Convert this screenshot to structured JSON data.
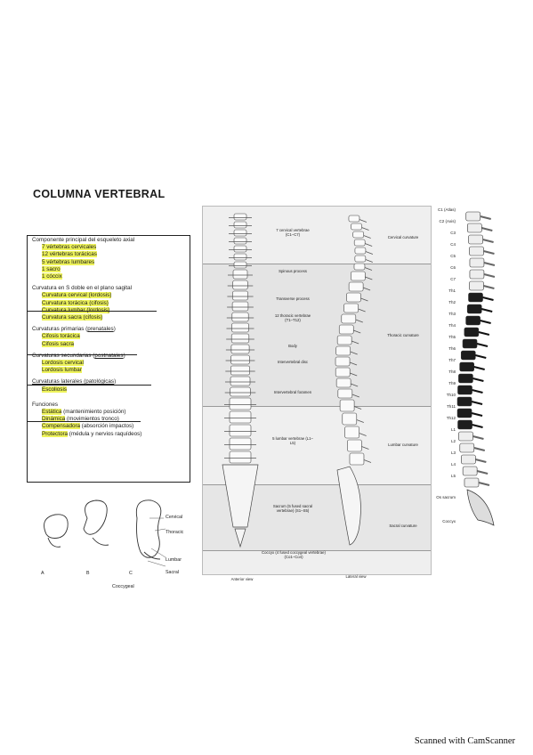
{
  "title": "COLUMNA VERTEBRAL",
  "summary": {
    "component_heading": "Componente principal del esqueleto axial",
    "component_items": [
      "7 vértebras cervicales",
      "12 vértebras torácicas",
      "5 vértebras lumbares",
      "1 sacro",
      "1 cóccix"
    ],
    "sagittal_heading": "Curvatura en S doble en el plano sagital",
    "sagittal_items": [
      "Curvatura cervical (lordosis)",
      "Curvatura torácica (cifosis)",
      "Curvatura lumbar (lordosis)",
      "Curvatura sacra (cifosis)"
    ],
    "primary_heading_a": "Curvaturas primarias (",
    "primary_heading_u": "prenatales",
    "primary_heading_b": ")",
    "primary_items": [
      "Cifosis torácica",
      "Cifosis sacra"
    ],
    "secondary_heading_a": "Curvaturas secundarias (",
    "secondary_heading_u": "postnatales",
    "secondary_heading_b": ")",
    "secondary_items": [
      "Lordosis cervical",
      "Lordosis lumbar"
    ],
    "lateral_heading_a": "Curvaturas laterales (",
    "lateral_heading_u": "patológicas",
    "lateral_heading_b": ")",
    "lateral_items": [
      "Escoliosis"
    ],
    "functions_heading": "Funciones",
    "functions": [
      {
        "hl": "Estática",
        "rest": " (mantenimiento posición)"
      },
      {
        "hl": "Dinámica",
        "rest": " (movimientos tronco)"
      },
      {
        "hl": "Compensadora",
        "rest": " (absorción impactos)"
      },
      {
        "hl": "Protectora",
        "rest": " (médula y nervios raquídeos)"
      }
    ]
  },
  "fetal": {
    "letters": [
      "A",
      "B",
      "C"
    ],
    "labels": [
      "Cervical",
      "Thoracic",
      "Lumbar",
      "Sacral",
      "Coccygeal"
    ]
  },
  "spine_panel": {
    "cervical_label": "7 cervical vertebrae (C1–C7)",
    "spinous_label": "Spinous process",
    "transverse_label": "Transverse process",
    "thoracic_vert_label": "12 thoracic vertebrae (T1–T12)",
    "body_label": "Body",
    "intervertebral_disc_label": "Intervertebral disc",
    "foramen_label": "Intervertebral foramen",
    "lumbar_vert_label": "5 lumbar vertebrae (L1–L5)",
    "sacrum_label": "Sacrum (5 fused sacral vertebrae) (S1–S5)",
    "coccyx_label": "Coccyx (4 fused coccygeal vertebrae) (Co1–Co4)",
    "cervical_curvature": "Cervical curvature",
    "thoracic_curvature": "Thoracic curvature",
    "lumbar_curvature": "Lumbar curvature",
    "sacral_curvature": "Sacral curvature",
    "anterior_view": "Anterior view",
    "lateral_view": "Lateral view"
  },
  "side_spine_labels": [
    "C1 (Atlas)",
    "C2 (Axis)",
    "C3",
    "C4",
    "C5",
    "C6",
    "C7",
    "Th1",
    "Th2",
    "Th3",
    "Th4",
    "Th5",
    "Th6",
    "Th7",
    "Th8",
    "Th9",
    "Th10",
    "Th11",
    "Th12",
    "L1",
    "L2",
    "L3",
    "L4",
    "L5",
    "Os sacrum",
    "Coccyx"
  ],
  "footer": "Scanned with CamScanner"
}
